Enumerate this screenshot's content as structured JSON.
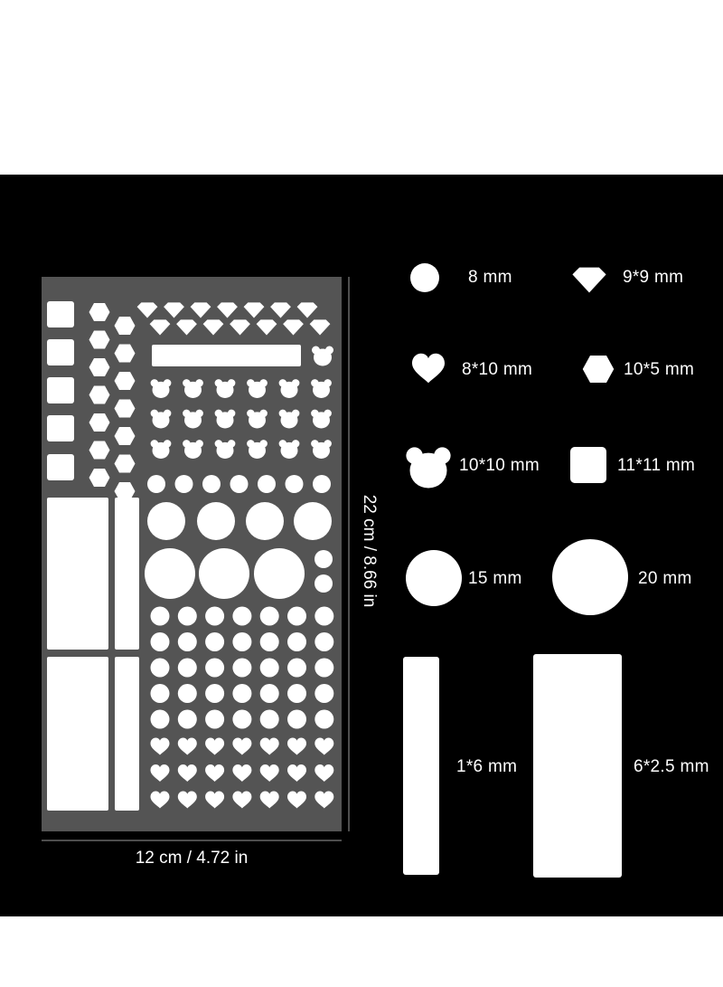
{
  "colors": {
    "background": "#000000",
    "sheet": "#545454",
    "shape": "#ffffff",
    "page": "#ffffff"
  },
  "dimensions": {
    "width_label": "12 cm / 4.72 in",
    "height_label": "22 cm / 8.66 in"
  },
  "shapes": [
    {
      "label": "8 mm",
      "icon": "small-circle"
    },
    {
      "label": "9*9 mm",
      "icon": "diamond"
    },
    {
      "label": "8*10 mm",
      "icon": "heart"
    },
    {
      "label": "10*5 mm",
      "icon": "hexagon"
    },
    {
      "label": "10*10 mm",
      "icon": "bear-head"
    },
    {
      "label": "11*11 mm",
      "icon": "rounded-square"
    },
    {
      "label": "15 mm",
      "icon": "medium-circle"
    },
    {
      "label": "20 mm",
      "icon": "large-circle"
    },
    {
      "label": "1*6 mm",
      "icon": "narrow-rectangle"
    },
    {
      "label": "6*2.5 mm",
      "icon": "wide-rectangle"
    }
  ]
}
